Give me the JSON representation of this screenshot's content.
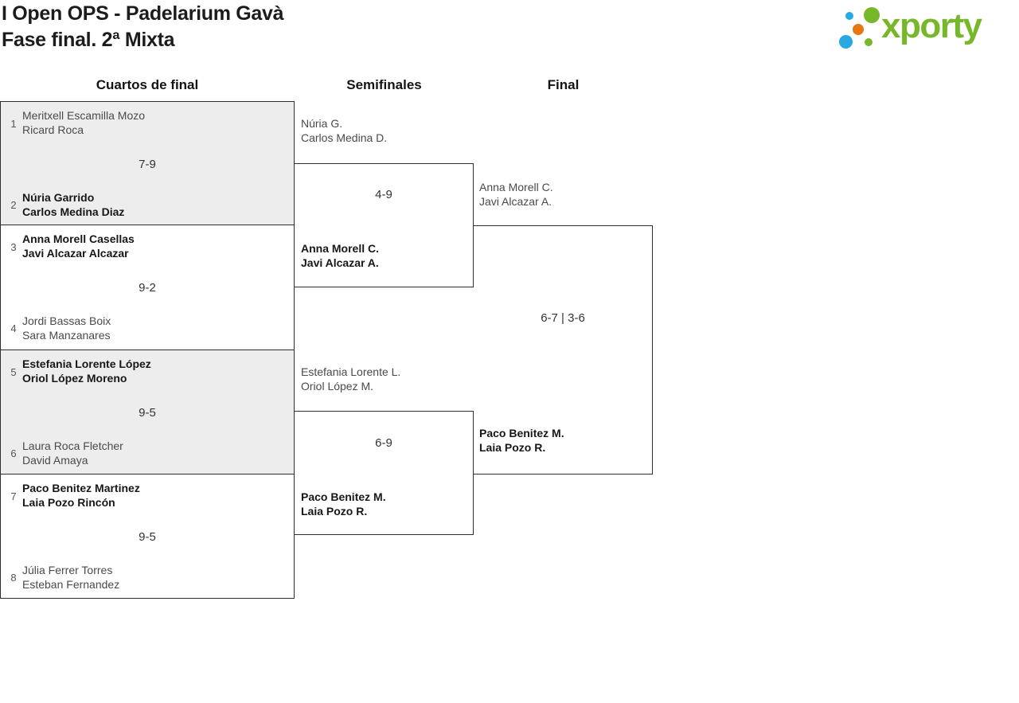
{
  "header": {
    "title_line1": "I Open OPS - Padelarium Gavà",
    "title_line2": "Fase final. 2ª Mixta"
  },
  "logo": {
    "text": "xporty",
    "colors": {
      "green": "#76b82a",
      "blue": "#29a9e1",
      "orange": "#e87612"
    }
  },
  "rounds": [
    {
      "label": "Cuartos de final"
    },
    {
      "label": "Semifinales"
    },
    {
      "label": "Final"
    }
  ],
  "quarterfinals": [
    {
      "team_a": {
        "seed": "1",
        "line1": "Meritxell Escamilla Mozo",
        "line2": "Ricard Roca",
        "winner": false
      },
      "score": "7-9",
      "team_b": {
        "seed": "2",
        "line1": "Núria Garrido",
        "line2": "Carlos Medina Diaz",
        "winner": true
      }
    },
    {
      "team_a": {
        "seed": "3",
        "line1": "Anna Morell Casellas",
        "line2": "Javi Alcazar Alcazar",
        "winner": true
      },
      "score": "9-2",
      "team_b": {
        "seed": "4",
        "line1": "Jordi Bassas Boix",
        "line2": "Sara Manzanares",
        "winner": false
      }
    },
    {
      "team_a": {
        "seed": "5",
        "line1": "Estefania Lorente López",
        "line2": "Oriol López Moreno",
        "winner": true
      },
      "score": "9-5",
      "team_b": {
        "seed": "6",
        "line1": "Laura Roca Fletcher",
        "line2": "David Amaya",
        "winner": false
      }
    },
    {
      "team_a": {
        "seed": "7",
        "line1": "Paco Benitez Martinez",
        "line2": "Laia Pozo Rincón",
        "winner": true
      },
      "score": "9-5",
      "team_b": {
        "seed": "8",
        "line1": "Júlia Ferrer Torres",
        "line2": "Esteban Fernandez",
        "winner": false
      }
    }
  ],
  "semifinals": [
    {
      "team_a": {
        "line1": "Núria G.",
        "line2": "Carlos Medina D.",
        "winner": false
      },
      "score": "4-9",
      "team_b": {
        "line1": "Anna Morell C.",
        "line2": "Javi Alcazar A.",
        "winner": true
      }
    },
    {
      "team_a": {
        "line1": "Estefania Lorente L.",
        "line2": "Oriol López M.",
        "winner": false
      },
      "score": "6-9",
      "team_b": {
        "line1": "Paco Benitez M.",
        "line2": "Laia Pozo R.",
        "winner": true
      }
    }
  ],
  "final": {
    "team_a": {
      "line1": "Anna Morell C.",
      "line2": "Javi Alcazar A.",
      "winner": false
    },
    "score": "6-7 | 3-6",
    "team_b": {
      "line1": "Paco Benitez M.",
      "line2": "Laia Pozo R.",
      "winner": true
    }
  }
}
